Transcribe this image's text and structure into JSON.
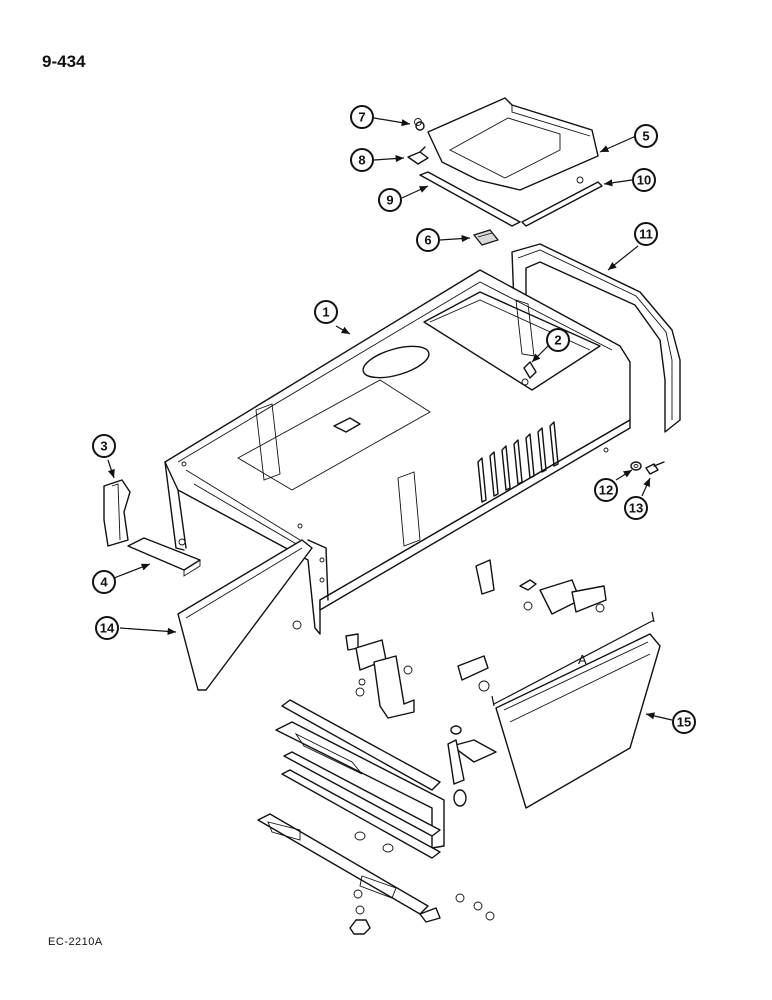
{
  "page_number": "9-434",
  "reference_code": "EC-2210A",
  "dimension_label": "A",
  "callouts": [
    "1",
    "2",
    "3",
    "4",
    "5",
    "6",
    "7",
    "8",
    "9",
    "10",
    "11",
    "12",
    "13",
    "14",
    "15"
  ]
}
